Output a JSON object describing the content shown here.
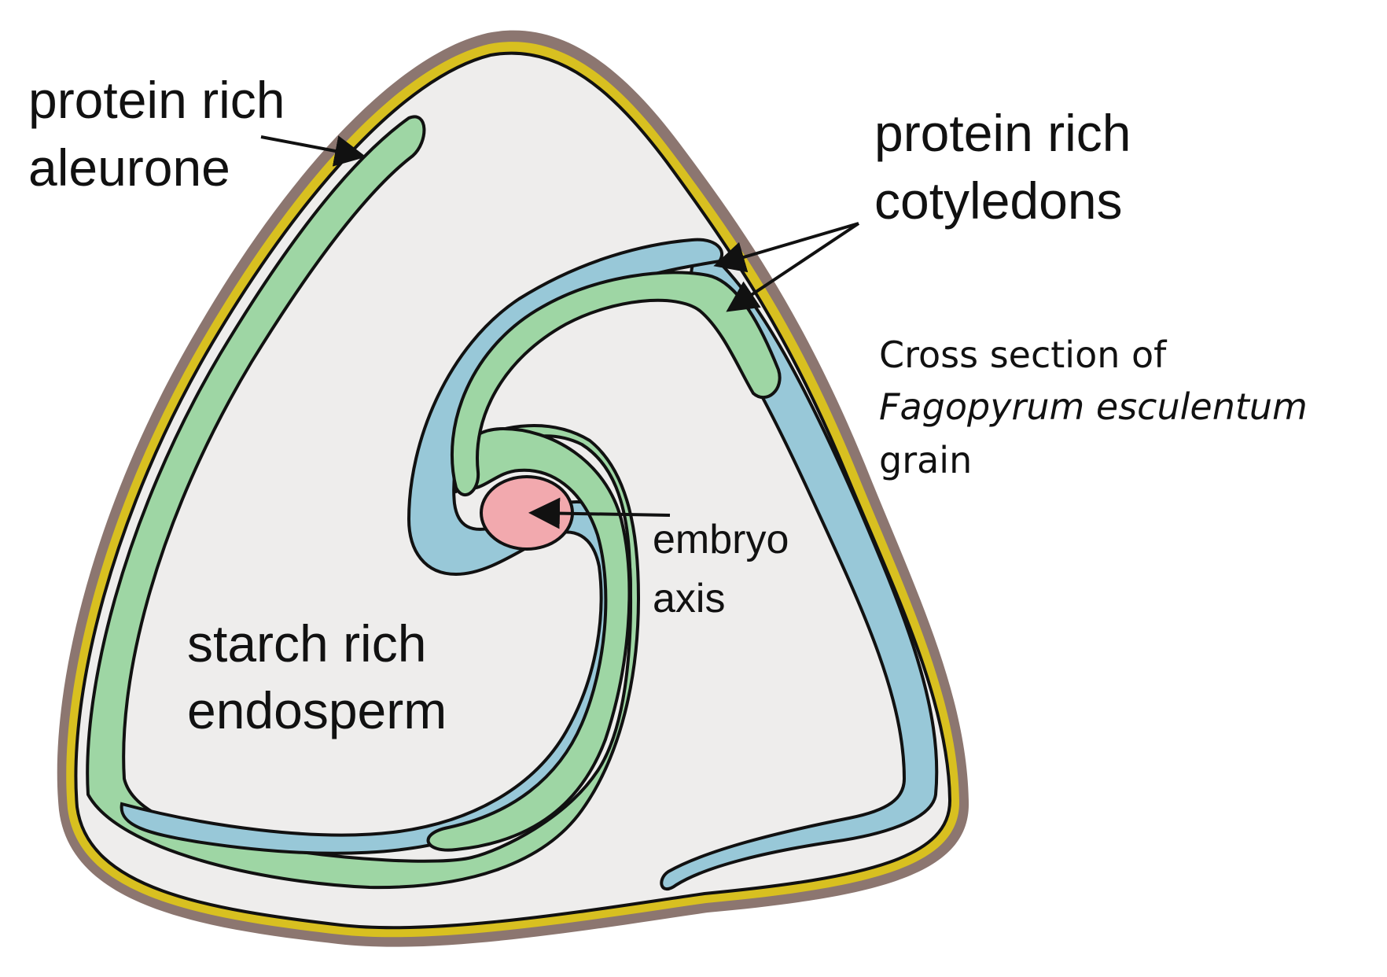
{
  "labels": {
    "aleurone": [
      "protein rich",
      "aleurone"
    ],
    "cotyledons": [
      "protein rich",
      "cotyledons"
    ],
    "endosperm": [
      "starch rich",
      "endosperm"
    ],
    "embryo": [
      "embryo",
      "axis"
    ]
  },
  "caption": {
    "line1": "Cross section of",
    "line2": "Fagopyrum esculentum",
    "line3": "grain"
  },
  "colors": {
    "pericarp": "#8c7670",
    "seed_coat": "#d8c020",
    "endosperm": "#eeedec",
    "aleurone": "#9ed6a4",
    "cotyledon_green": "#9ed6a4",
    "cotyledon_blue": "#98c8d8",
    "embryo": "#f2a9ae",
    "outline": "#111111"
  }
}
